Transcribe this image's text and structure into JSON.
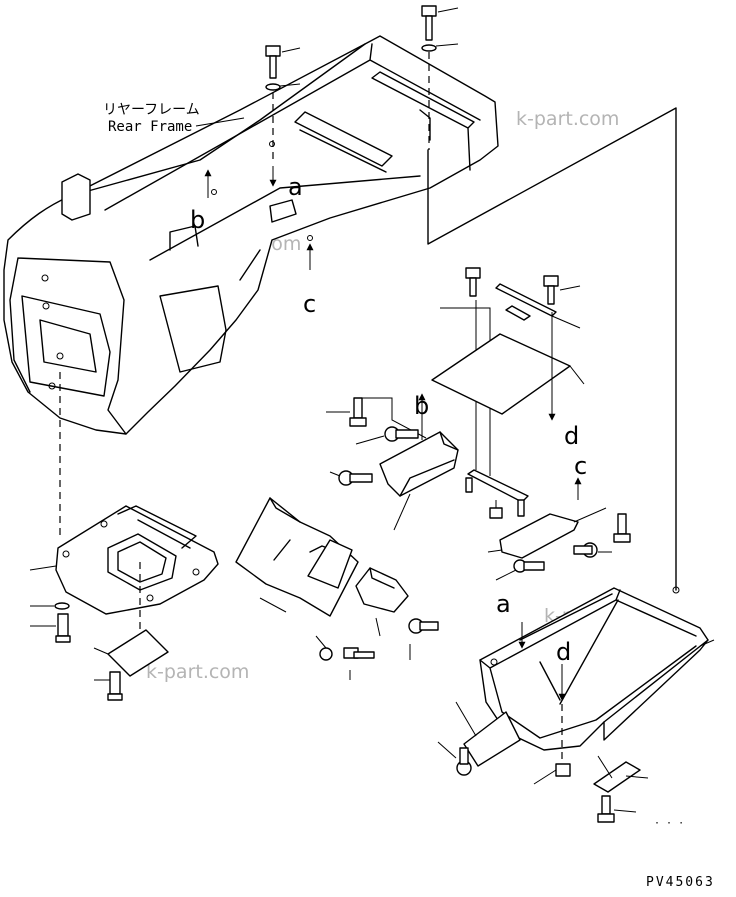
{
  "labels": {
    "rear_frame_jp": "リヤーフレーム",
    "rear_frame_en": "Rear Frame",
    "letter_a": "a",
    "letter_b": "b",
    "letter_c": "c",
    "letter_d": "d"
  },
  "watermark": "k-part.com",
  "drawing_number": "PV45063"
}
